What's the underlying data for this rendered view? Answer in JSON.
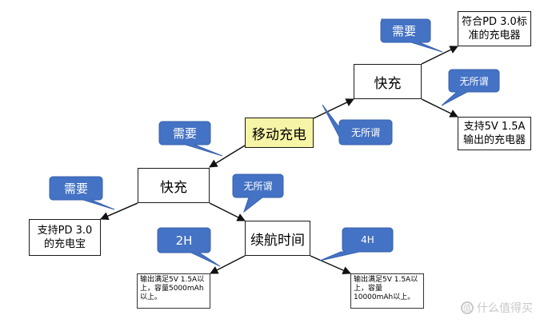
{
  "nodes": {
    "root": "移动充电",
    "fast_top": "快充",
    "pd_charger": "符合PD 3.0标准的充电器",
    "std_charger": "支持5V 1.5A输出的充电器",
    "fast_left": "快充",
    "pd_powerbank": "支持PD 3.0的充电宝",
    "battery": "续航时间",
    "small_bank": "输出满足5V 1.5A以上，容量5000mAh以上。",
    "large_bank": "输出满足5V 1.5A以上，容量10000mAh以上。"
  },
  "callouts": {
    "need_top": "需要",
    "nomatter_top": "无所谓",
    "nomatter_root": "无所谓",
    "need_root": "需要",
    "need_left": "需要",
    "nomatter_left": "无所谓",
    "h2": "2H",
    "h4": "4H"
  },
  "watermark": "什么值得买",
  "colors": {
    "callout": "#4472c4",
    "highlight": "#f6f4a6"
  }
}
